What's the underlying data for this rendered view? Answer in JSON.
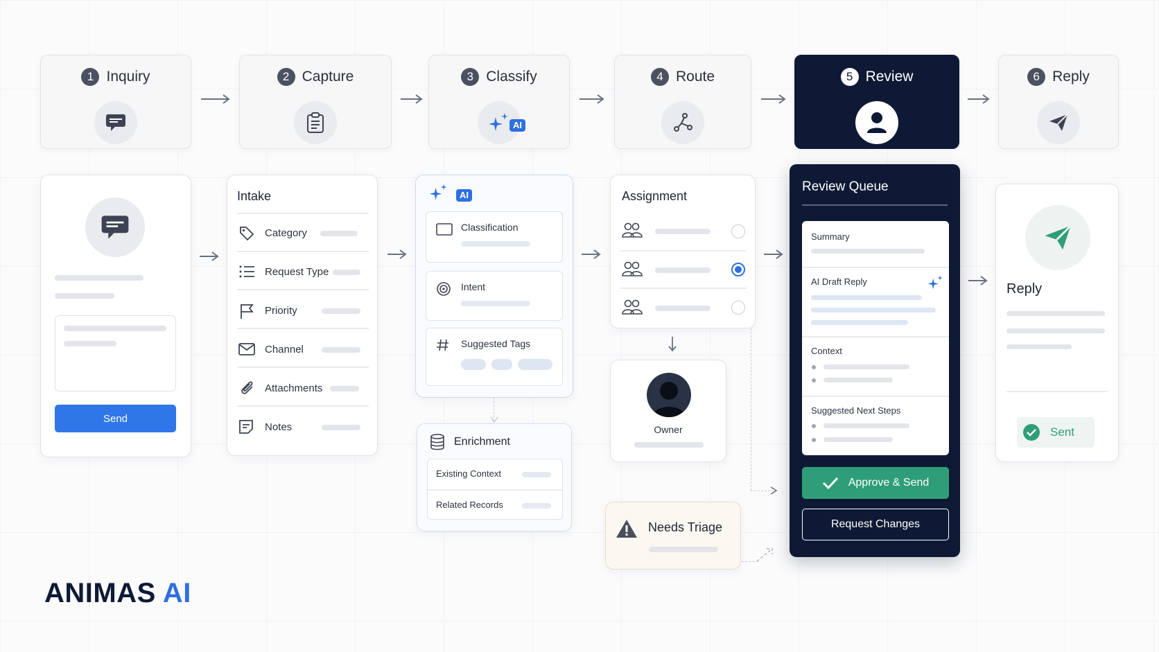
{
  "steps": [
    {
      "num": "1",
      "title": "Inquiry",
      "icon": "message-icon"
    },
    {
      "num": "2",
      "title": "Capture",
      "icon": "clipboard-icon"
    },
    {
      "num": "3",
      "title": "Classify",
      "icon": "sparkles-icon",
      "badge": "AI"
    },
    {
      "num": "4",
      "title": "Route",
      "icon": "route-icon"
    },
    {
      "num": "5",
      "title": "Review",
      "icon": "user-icon"
    },
    {
      "num": "6",
      "title": "Reply",
      "icon": "send-icon"
    }
  ],
  "inquiry_card": {
    "send_label": "Send"
  },
  "intake": {
    "title": "Intake",
    "fields": [
      "Category",
      "Request Type",
      "Priority",
      "Channel",
      "Attachments",
      "Notes"
    ]
  },
  "classify_card": {
    "badge": "AI",
    "items": [
      "Classification",
      "Intent",
      "Suggested Tags"
    ]
  },
  "enrichment": {
    "title": "Enrichment",
    "rows": [
      "Existing Context",
      "Related Records"
    ]
  },
  "assignment": {
    "title": "Assignment",
    "selected_index": 1
  },
  "owner": {
    "label": "Owner"
  },
  "triage": {
    "label": "Needs Triage"
  },
  "review_queue": {
    "title": "Review Queue",
    "sections": [
      "Summary",
      "AI Draft Reply",
      "Context",
      "Suggested Next Steps"
    ],
    "approve_label": "Approve & Send",
    "request_label": "Request Changes"
  },
  "reply_card": {
    "title": "Reply",
    "sent_label": "Sent"
  },
  "brand": {
    "name": "ANIMAS",
    "suffix": "AI"
  },
  "colors": {
    "navy": "#0e1a35",
    "accent_blue": "#2f6fe0",
    "green": "#2f9e78"
  }
}
